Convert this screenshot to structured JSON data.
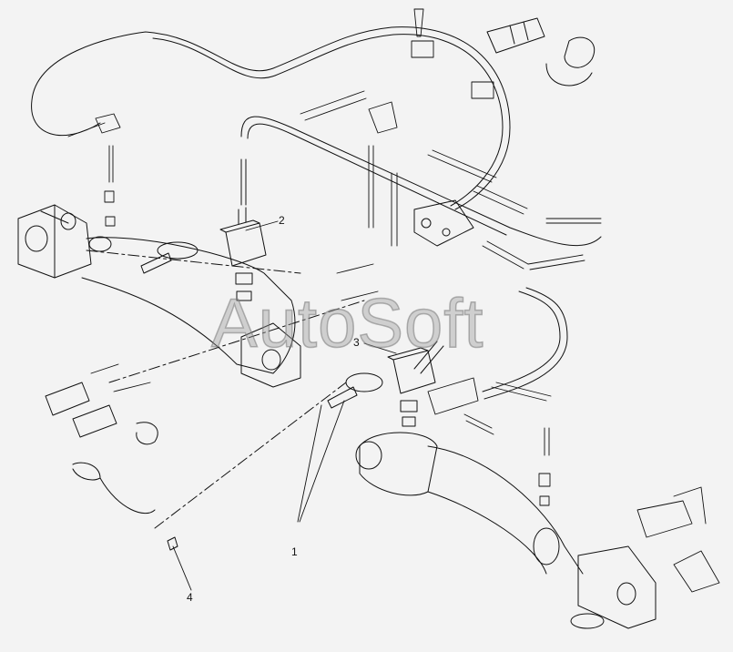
{
  "watermark": "AutoSoft",
  "callouts": {
    "item_1": "1",
    "item_2": "2",
    "item_3": "3",
    "item_4": "4"
  },
  "colors": {
    "background": "#f3f3f3",
    "line": "#111111",
    "watermark": "#969696"
  }
}
